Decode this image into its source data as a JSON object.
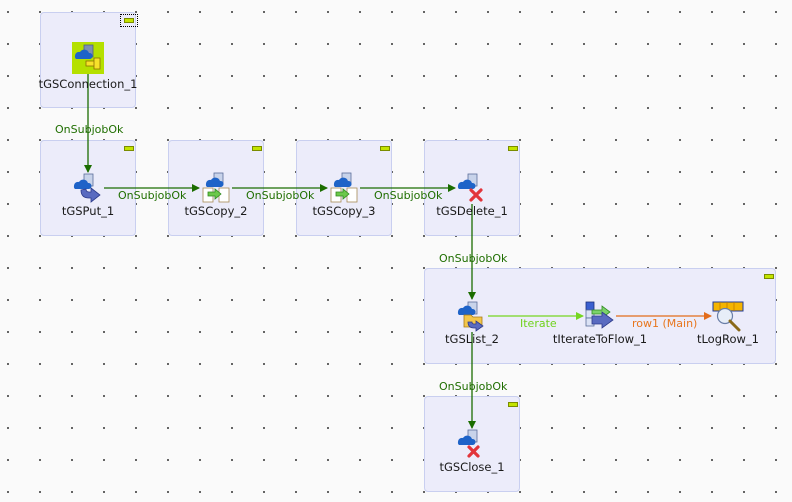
{
  "colors": {
    "subjob_link": "#1b6d00",
    "iterate_link": "#75d622",
    "main_link": "#e36c1b",
    "subjob_bg": "#ececfa",
    "collapse_button": "#c3e400"
  },
  "components": [
    {
      "id": "tGSConnection_1",
      "label": "tGSConnection_1",
      "icon": "gs-connection-key-icon",
      "selected": true
    },
    {
      "id": "tGSPut_1",
      "label": "tGSPut_1",
      "icon": "gs-put-icon"
    },
    {
      "id": "tGSCopy_2",
      "label": "tGSCopy_2",
      "icon": "gs-copy-icon"
    },
    {
      "id": "tGSCopy_3",
      "label": "tGSCopy_3",
      "icon": "gs-copy-icon"
    },
    {
      "id": "tGSDelete_1",
      "label": "tGSDelete_1",
      "icon": "gs-delete-icon"
    },
    {
      "id": "tGSList_2",
      "label": "tGSList_2",
      "icon": "gs-list-icon"
    },
    {
      "id": "tIterateToFlow_1",
      "label": "tIterateToFlow_1",
      "icon": "iterate-to-flow-icon"
    },
    {
      "id": "tLogRow_1",
      "label": "tLogRow_1",
      "icon": "log-row-icon"
    },
    {
      "id": "tGSClose_1",
      "label": "tGSClose_1",
      "icon": "gs-close-icon"
    }
  ],
  "links": [
    {
      "from": "tGSConnection_1",
      "to": "tGSPut_1",
      "type": "OnSubjobOk",
      "label": "OnSubjobOk"
    },
    {
      "from": "tGSPut_1",
      "to": "tGSCopy_2",
      "type": "OnSubjobOk",
      "label": "OnSubjobOk"
    },
    {
      "from": "tGSCopy_2",
      "to": "tGSCopy_3",
      "type": "OnSubjobOk",
      "label": "OnSubjobOk"
    },
    {
      "from": "tGSCopy_3",
      "to": "tGSDelete_1",
      "type": "OnSubjobOk",
      "label": "OnSubjobOk"
    },
    {
      "from": "tGSDelete_1",
      "to": "tGSList_2",
      "type": "OnSubjobOk",
      "label": "OnSubjobOk"
    },
    {
      "from": "tGSList_2",
      "to": "tIterateToFlow_1",
      "type": "Iterate",
      "label": "Iterate"
    },
    {
      "from": "tIterateToFlow_1",
      "to": "tLogRow_1",
      "type": "Main",
      "label": "row1 (Main)"
    },
    {
      "from": "tGSList_2",
      "to": "tGSClose_1",
      "type": "OnSubjobOk",
      "label": "OnSubjobOk"
    }
  ]
}
